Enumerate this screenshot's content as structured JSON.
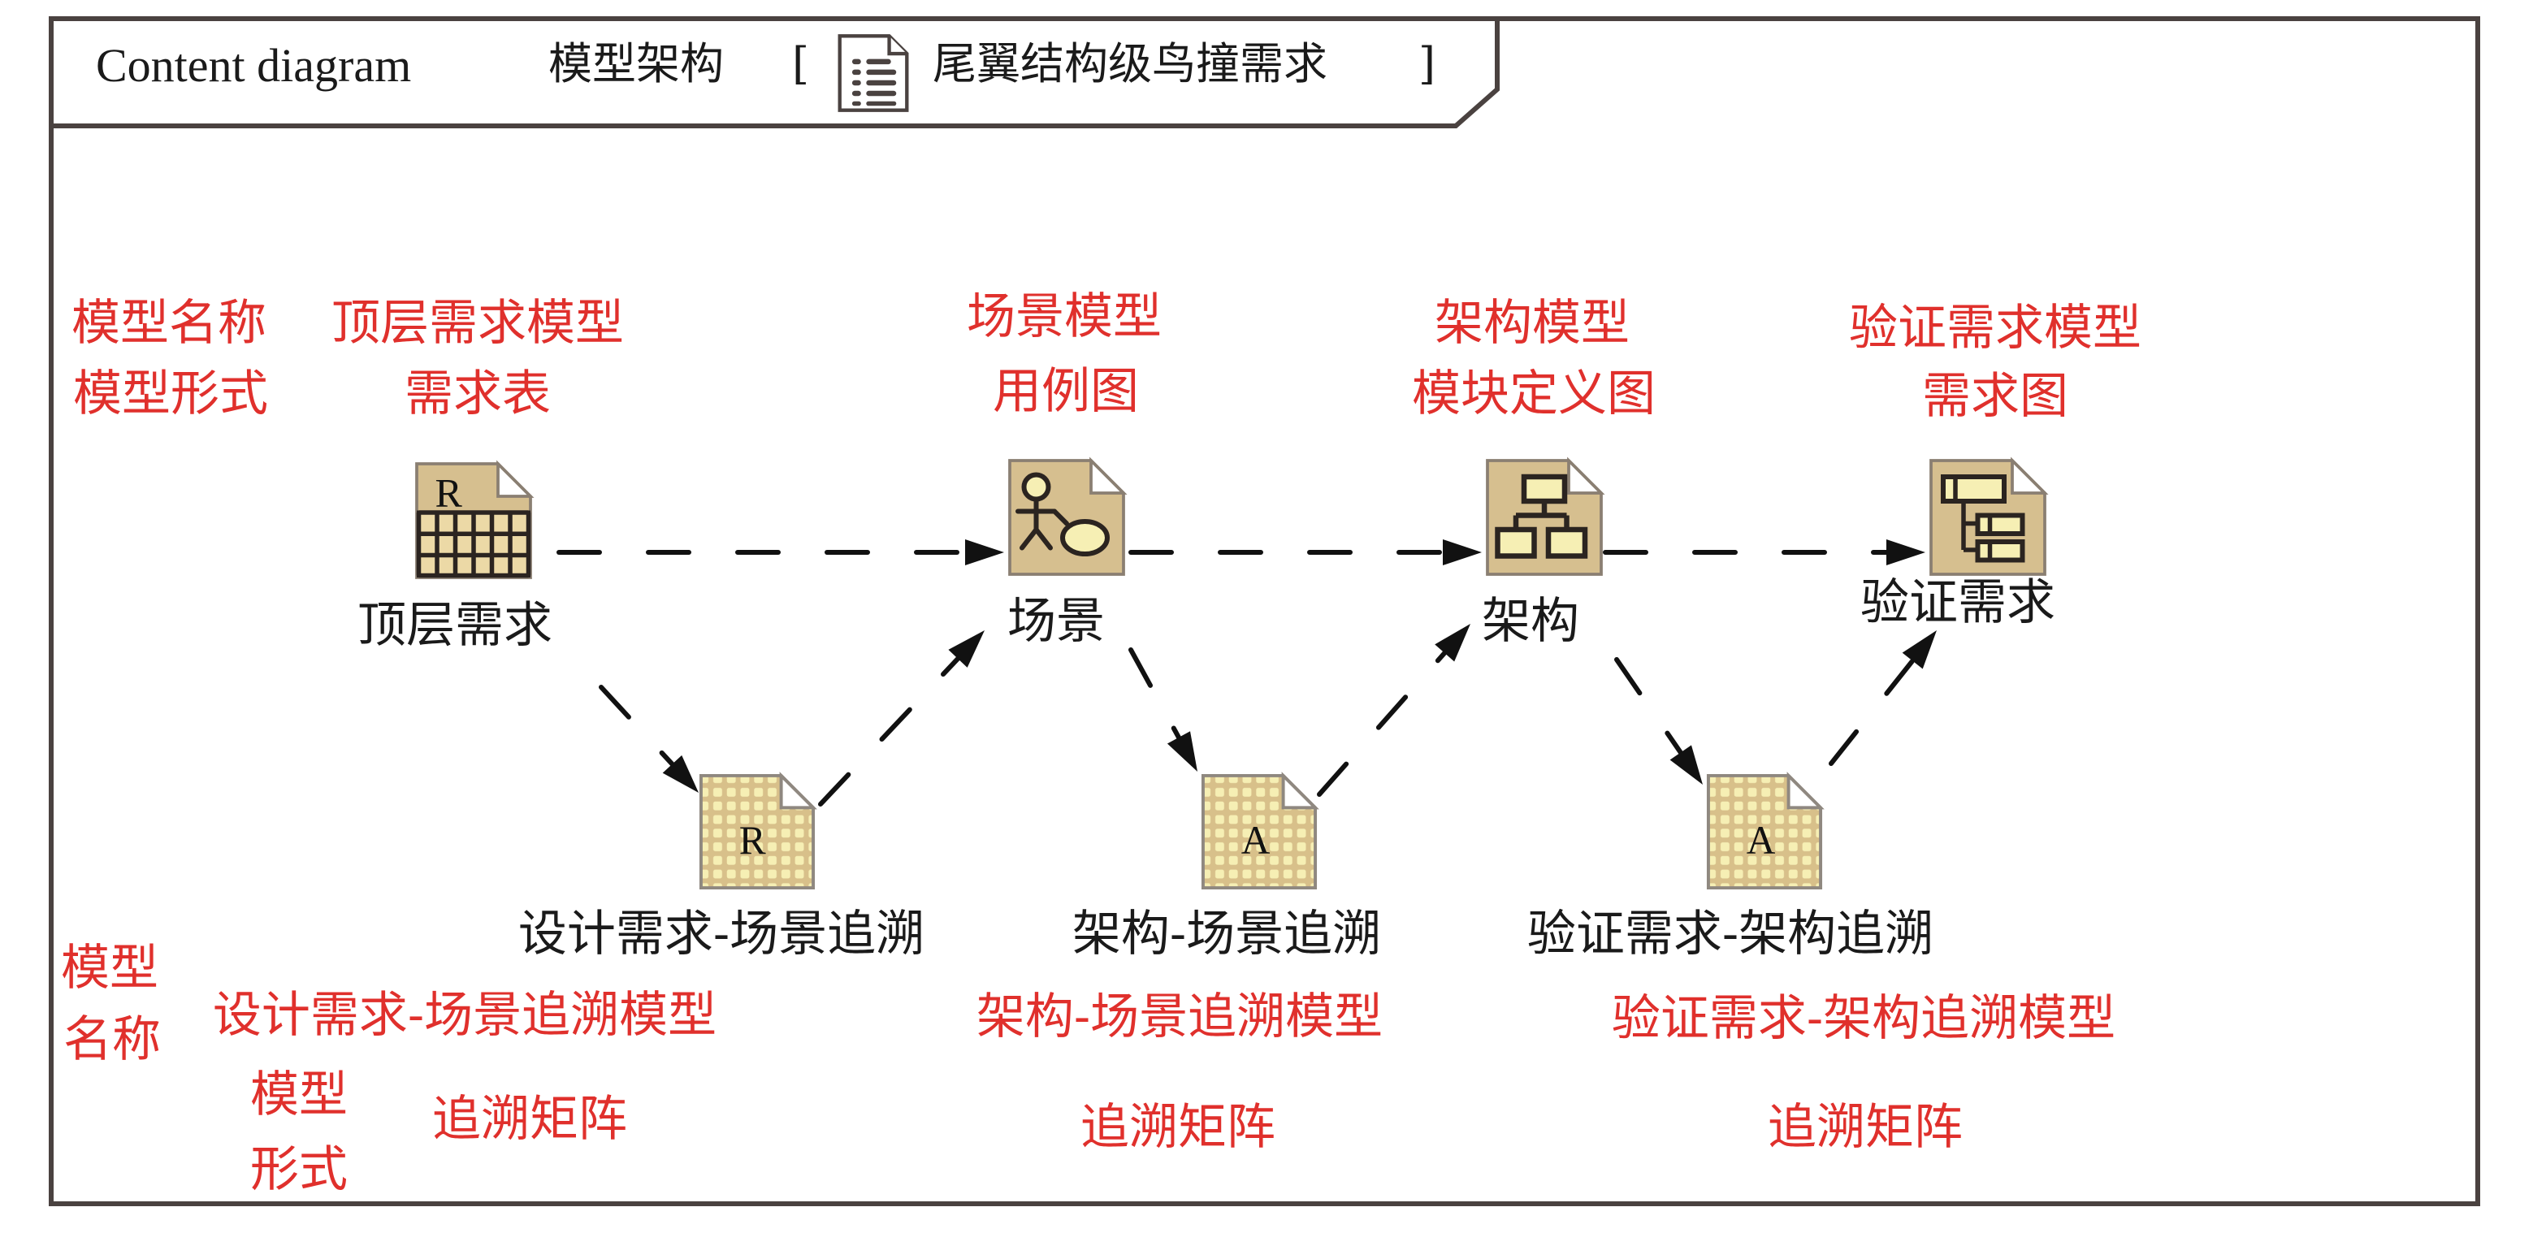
{
  "diagram": {
    "kind_label": "Content diagram",
    "view_name": "模型架构",
    "bracket_open": "[",
    "bracket_close": "]",
    "header_icon": "document-list-icon",
    "package_name": "尾翼结构级鸟撞需求",
    "colors": {
      "frame": "#4a4240",
      "annotation_red": "#e0302c",
      "icon_tan": "#d6bf8f",
      "icon_pale": "#f6efb4",
      "text": "#1a1a1a"
    }
  },
  "row_labels": {
    "top_name": "模型名称",
    "top_form": "模型形式",
    "bottom_name_1": "模型",
    "bottom_name_2": "名称",
    "bottom_form_1": "模型",
    "bottom_form_2": "形式"
  },
  "nodes": [
    {
      "id": "top-req",
      "label": "顶层需求",
      "icon": "requirement-table-icon",
      "icon_letter": "R",
      "model_name": "顶层需求模型",
      "model_form": "需求表"
    },
    {
      "id": "scenario",
      "label": "场景",
      "icon": "use-case-diagram-icon",
      "model_name": "场景模型",
      "model_form": "用例图"
    },
    {
      "id": "architecture",
      "label": "架构",
      "icon": "block-definition-diagram-icon",
      "model_name": "架构模型",
      "model_form": "模块定义图"
    },
    {
      "id": "verify-req",
      "label": "验证需求",
      "icon": "requirement-diagram-icon",
      "model_name": "验证需求模型",
      "model_form": "需求图"
    }
  ],
  "matrices": [
    {
      "id": "m1",
      "label": "设计需求-场景追溯",
      "icon_letter": "R",
      "model_name": "设计需求-场景追溯模型",
      "model_form": "追溯矩阵"
    },
    {
      "id": "m2",
      "label": "架构-场景追溯",
      "icon_letter": "A",
      "model_name": "架构-场景追溯模型",
      "model_form": "追溯矩阵"
    },
    {
      "id": "m3",
      "label": "验证需求-架构追溯",
      "icon_letter": "A",
      "model_name": "验证需求-架构追溯模型",
      "model_form": "追溯矩阵"
    }
  ],
  "edges": [
    {
      "from": "top-req",
      "to": "scenario",
      "style": "dashed"
    },
    {
      "from": "scenario",
      "to": "architecture",
      "style": "dashed"
    },
    {
      "from": "architecture",
      "to": "verify-req",
      "style": "dashed"
    },
    {
      "from": "top-req",
      "to": "m1",
      "style": "dashed"
    },
    {
      "from": "m1",
      "to": "scenario",
      "style": "dashed"
    },
    {
      "from": "scenario",
      "to": "m2",
      "style": "dashed"
    },
    {
      "from": "m2",
      "to": "architecture",
      "style": "dashed"
    },
    {
      "from": "architecture",
      "to": "m3",
      "style": "dashed"
    },
    {
      "from": "m3",
      "to": "verify-req",
      "style": "dashed"
    }
  ]
}
